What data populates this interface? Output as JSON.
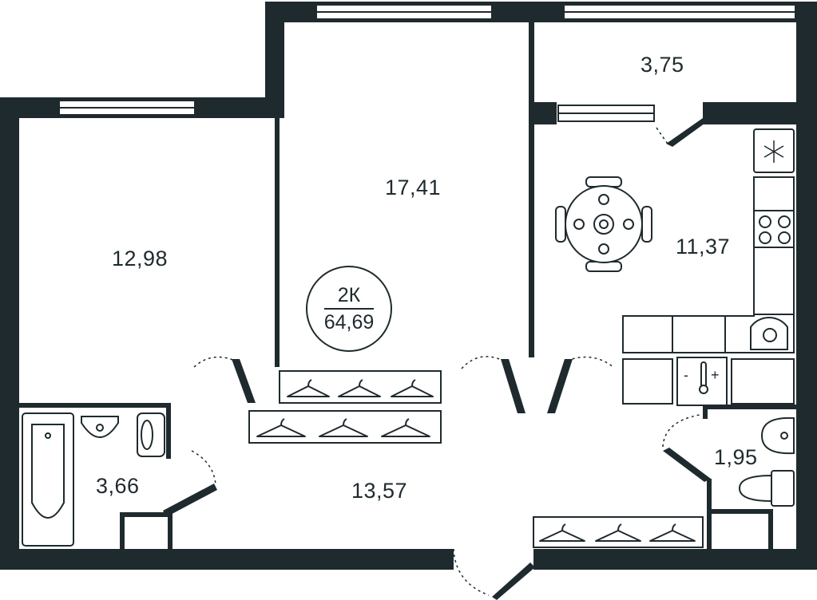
{
  "plan": {
    "badge": {
      "type": "2К",
      "total_area": "64,69"
    },
    "rooms": [
      {
        "id": "room-left-bedroom",
        "area": "12,98"
      },
      {
        "id": "room-center-bedroom",
        "area": "17,41"
      },
      {
        "id": "room-balcony",
        "area": "3,75"
      },
      {
        "id": "room-kitchen",
        "area": "11,37"
      },
      {
        "id": "room-bathroom",
        "area": "3,66"
      },
      {
        "id": "room-hallway",
        "area": "13,57"
      },
      {
        "id": "room-toilet",
        "area": "1,95"
      }
    ],
    "boiler": {
      "minus": "-",
      "plus": "+"
    }
  },
  "colors": {
    "wall": "#1f2a2e",
    "fixture_stroke": "#1f2a2e",
    "background": "#ffffff"
  }
}
